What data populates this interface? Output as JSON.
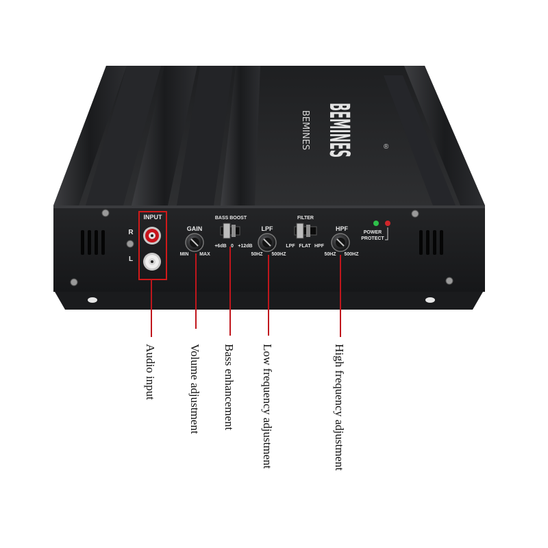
{
  "brand": {
    "logo_mark": "BEMINES",
    "wordmark": "BEMINES",
    "registered": "®"
  },
  "panel": {
    "input_title": "INPUT",
    "channel_r": "R",
    "channel_l": "L",
    "gain_title": "GAIN",
    "gain_min": "MIN",
    "gain_max": "MAX",
    "bass_boost_title": "BASS BOOST",
    "bass_opt_6": "+6dB",
    "bass_opt_0": "0",
    "bass_opt_12": "+12dB",
    "lpf_title": "LPF",
    "lpf_min": "50HZ",
    "lpf_max": "500HZ",
    "filter_title": "FILTER",
    "filter_lpf": "LPF",
    "filter_flat": "FLAT",
    "filter_hpf": "HPF",
    "hpf_title": "HPF",
    "hpf_min": "50HZ",
    "hpf_max": "500HZ",
    "power_label": "POWER",
    "protect_label": "PROTECT"
  },
  "callouts": {
    "audio_input": "Audio input",
    "volume": "Volume adjustment",
    "bass": "Bass enhancement",
    "low_freq": "Low frequency adjustment",
    "high_freq": "High frequency adjustment"
  },
  "colors": {
    "body": "#2a2b2d",
    "panel": "#1b1c1e",
    "highlight": "#d11a1a",
    "rca_red": "#c8141b",
    "led_green": "#2ec04a",
    "led_red": "#d0262a"
  }
}
